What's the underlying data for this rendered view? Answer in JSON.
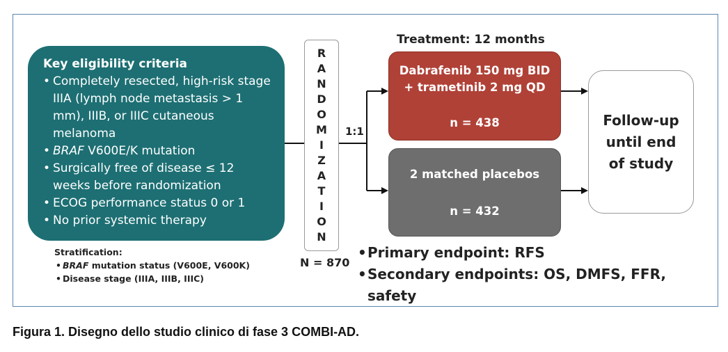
{
  "eligibility": {
    "title": "Key eligibility criteria",
    "items": [
      {
        "prefix": "",
        "text": "Completely resected, high-risk stage IIIA (lymph node metastasis > 1 mm), IIIB, or IIIC cutaneous melanoma"
      },
      {
        "prefix": "BRAF",
        "text": " V600E/K mutation"
      },
      {
        "prefix": "",
        "text": "Surgically free of disease ≤ 12 weeks before randomization"
      },
      {
        "prefix": "",
        "text": "ECOG performance status 0 or 1"
      },
      {
        "prefix": "",
        "text": "No prior systemic therapy"
      }
    ]
  },
  "stratification": {
    "title": "Stratification:",
    "items": [
      {
        "prefix": "BRAF",
        "text": " mutation status (V600E, V600K)"
      },
      {
        "prefix": "",
        "text": "Disease stage (IIIA, IIIB, IIIC)"
      }
    ]
  },
  "randomization": {
    "letters": [
      "R",
      "A",
      "N",
      "D",
      "O",
      "M",
      "I",
      "Z",
      "A",
      "T",
      "I",
      "O",
      "N"
    ],
    "n_total": "N = 870",
    "ratio": "1:1"
  },
  "treatment": {
    "title": "Treatment: 12 months",
    "arms": [
      {
        "line1": "Dabrafenib 150 mg BID",
        "line2": "+ trametinib 2 mg QD",
        "n": "n = 438",
        "color": "#b04137"
      },
      {
        "line1": "2 matched placebos",
        "line2": "",
        "n": "n = 432",
        "color": "#6e6e6e"
      }
    ]
  },
  "followup": {
    "lines": [
      "Follow-up",
      "until end",
      "of study"
    ]
  },
  "endpoints": {
    "primary": "Primary endpoint: RFS",
    "secondary": "Secondary endpoints: OS, DMFS, FFR, safety"
  },
  "caption": "Figura 1. Disegno dello studio clinico di fase 3 COMBI-AD.",
  "colors": {
    "eligibility_bg": "#1d6f73",
    "frame_border": "#5b84b1"
  }
}
